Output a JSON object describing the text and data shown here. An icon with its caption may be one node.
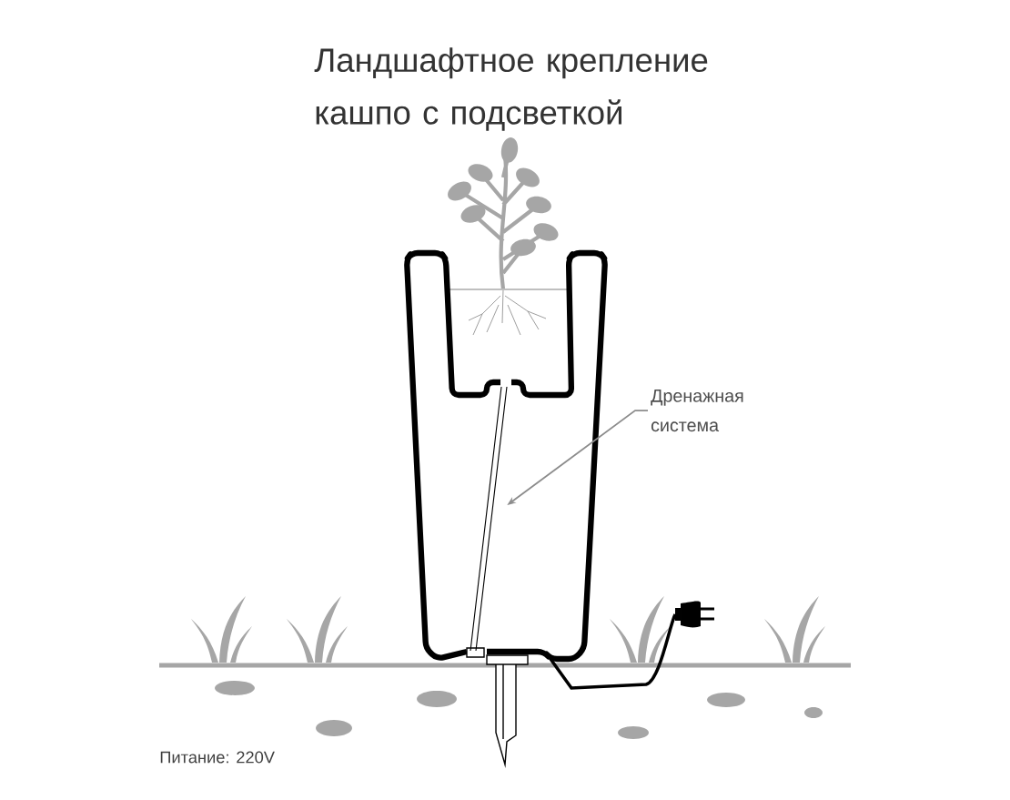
{
  "diagram": {
    "title": "Ландшафтное крепление кашпо с подсветкой",
    "nodes": [
      {
        "text": [
          "Дренажная система"
        ]
      },
      {
        "text": [],
        "shape": "picture"
      }
    ],
    "edges": [
      {
        "from": 0,
        "to": 1,
        "arrow": "to"
      }
    ],
    "labels": [
      "Питание: 220V"
    ]
  }
}
